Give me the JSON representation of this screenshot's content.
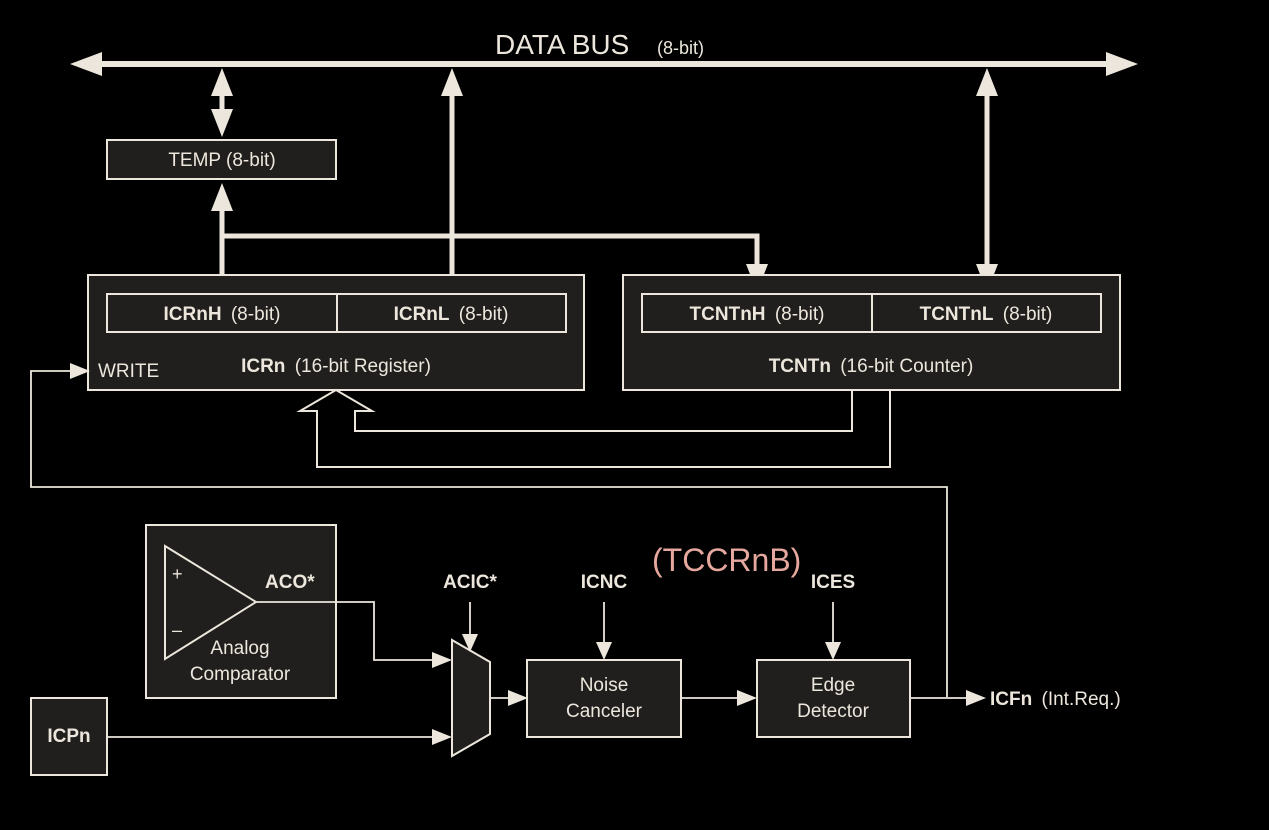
{
  "colors": {
    "background": "#000000",
    "line": "#ece6dc",
    "box_fill": "#201f1d",
    "annotation": "#e6a89e"
  },
  "bus": {
    "title": "DATA BUS",
    "width": "(8-bit)"
  },
  "temp": {
    "label": "TEMP (8-bit)"
  },
  "icr": {
    "high_name": "ICRnH",
    "high_width": "(8-bit)",
    "low_name": "ICRnL",
    "low_width": "(8-bit)",
    "name": "ICRn",
    "desc": "(16-bit Register)",
    "write": "WRITE"
  },
  "tcnt": {
    "high_name": "TCNTnH",
    "high_width": "(8-bit)",
    "low_name": "TCNTnL",
    "low_width": "(8-bit)",
    "name": "TCNTn",
    "desc": "(16-bit Counter)"
  },
  "comparator": {
    "plus": "+",
    "minus": "–",
    "line1": "Analog",
    "line2": "Comparator",
    "output": "ACO*"
  },
  "acic": "ACIC*",
  "icnc": "ICNC",
  "ices": "ICES",
  "tccrnb": "(TCCRnB)",
  "noise": {
    "line1": "Noise",
    "line2": "Canceler"
  },
  "edge": {
    "line1": "Edge",
    "line2": "Detector"
  },
  "icpn": "ICPn",
  "icf": {
    "name": "ICFn",
    "desc": "(Int.Req.)"
  }
}
